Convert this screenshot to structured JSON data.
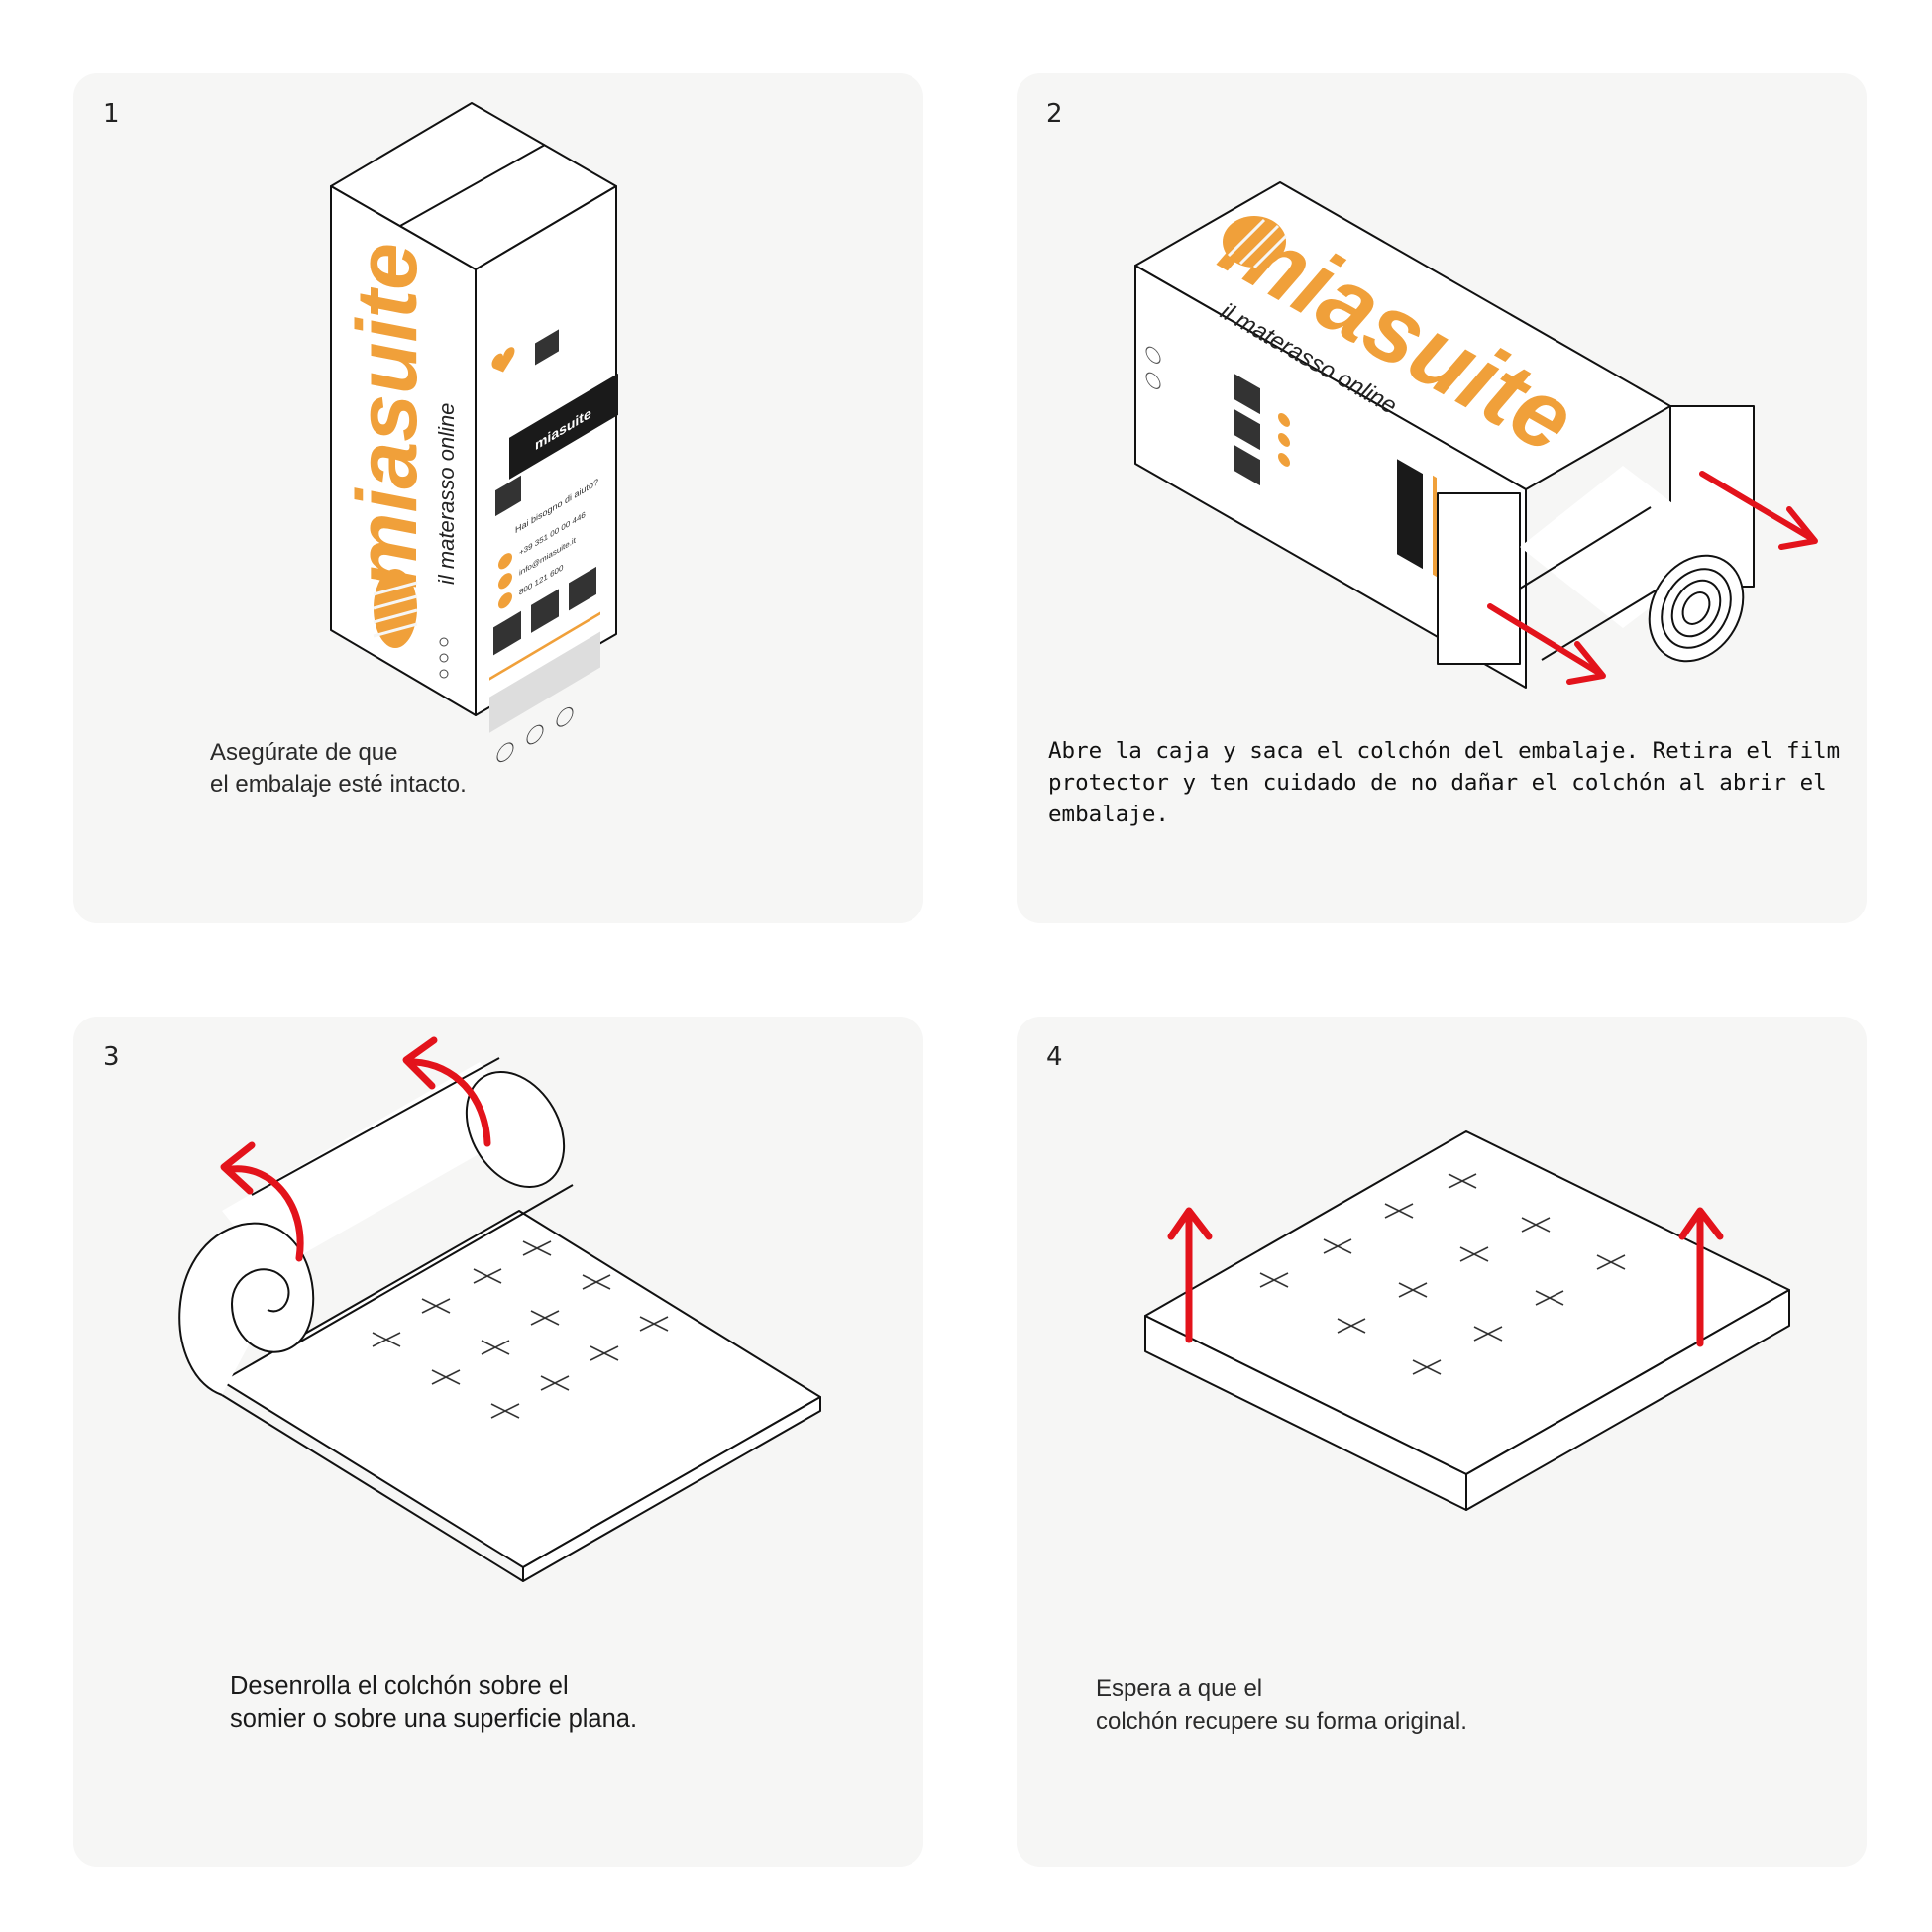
{
  "colors": {
    "accent_orange": "#f0a03a",
    "arrow_red": "#e3131b",
    "panel_bg": "#f6f6f5",
    "line": "#111111"
  },
  "steps": [
    {
      "number": "1",
      "caption": "Asegúrate de que\nel embalaje esté intacto."
    },
    {
      "number": "2",
      "caption": "Abre la caja y saca el colchón del embalaje. Retira el film protector y ten cuidado de no dañar el colchón al abrir el embalaje."
    },
    {
      "number": "3",
      "caption": "Desenrolla el colchón sobre el\nsomier o sobre una superficie plana."
    },
    {
      "number": "4",
      "caption": "Espera a que el\ncolchón recupere su forma original."
    }
  ],
  "box": {
    "brand": "miasuite",
    "tagline": "il materasso online",
    "side_brand": "miasuite",
    "side_question": "Hai bisogno di aiuto?",
    "side_phone": "+39 351 00 00 446",
    "side_email": "info@miasuite.it",
    "side_number": "800 121 600"
  },
  "icons": [
    "box-icon",
    "mattress-roll-icon",
    "arrow-icon"
  ]
}
